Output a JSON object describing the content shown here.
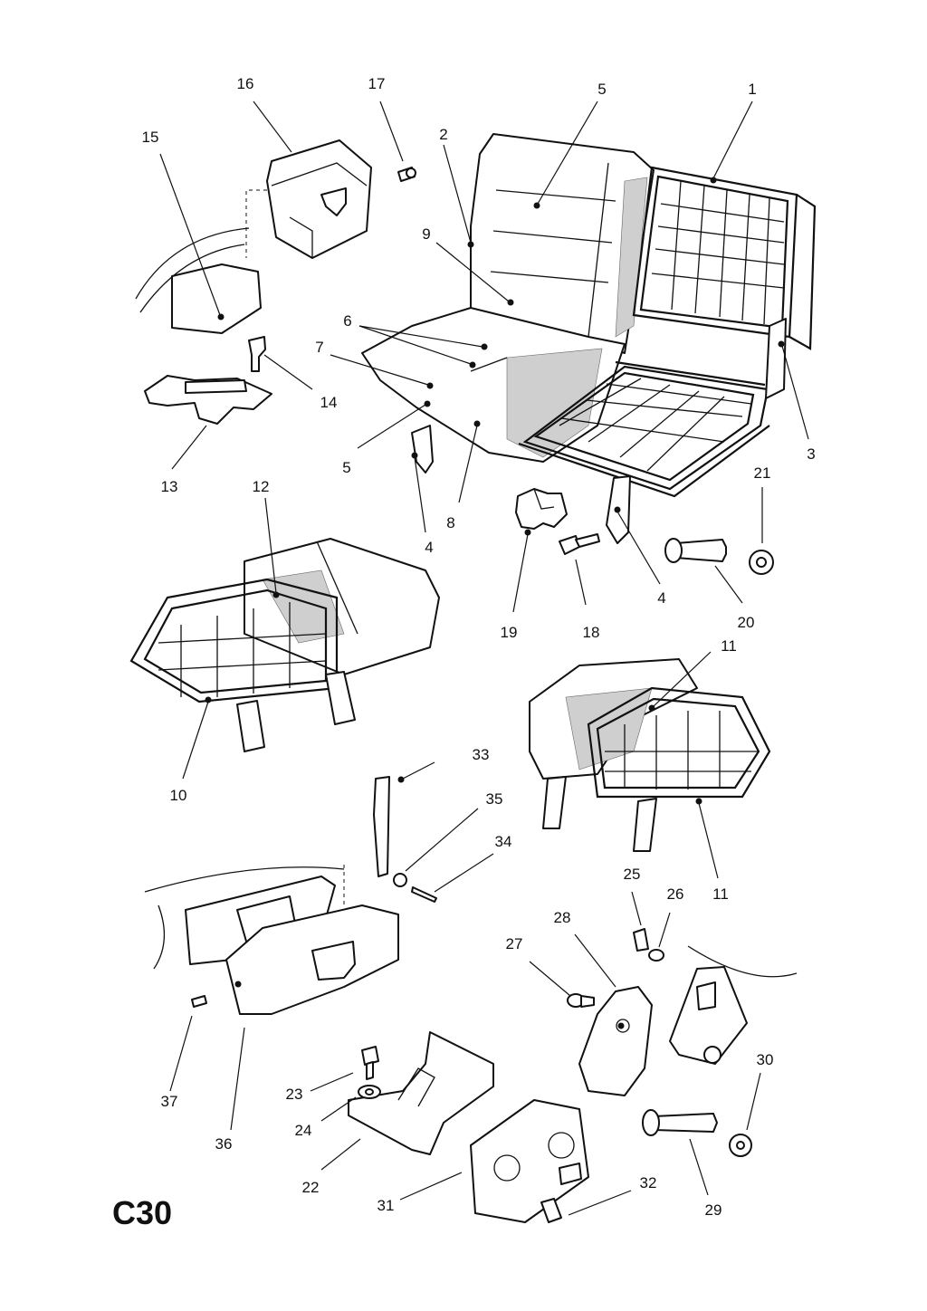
{
  "diagram": {
    "code": "C30",
    "callouts": [
      "1",
      "2",
      "3",
      "4",
      "5",
      "6",
      "7",
      "8",
      "9",
      "10",
      "11",
      "12",
      "13",
      "14",
      "15",
      "16",
      "17",
      "18",
      "19",
      "20",
      "21",
      "22",
      "23",
      "24",
      "25",
      "26",
      "27",
      "28",
      "29",
      "30",
      "31",
      "32",
      "33",
      "34",
      "35",
      "36",
      "37"
    ]
  }
}
